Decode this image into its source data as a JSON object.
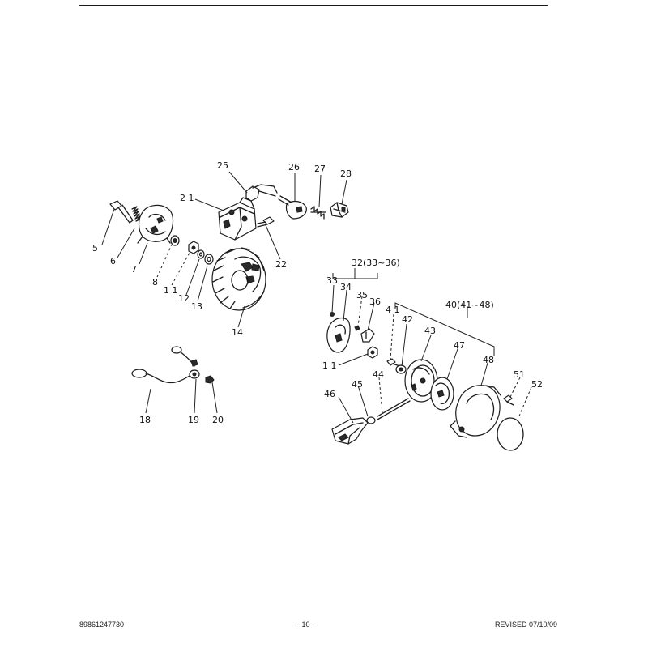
{
  "header": {
    "rule": true
  },
  "diagram": {
    "callouts": [
      {
        "id": "c25",
        "text": "25"
      },
      {
        "id": "c26",
        "text": "26"
      },
      {
        "id": "c27",
        "text": "27"
      },
      {
        "id": "c28",
        "text": "28"
      },
      {
        "id": "c21",
        "text": "2 1"
      },
      {
        "id": "c5",
        "text": "5"
      },
      {
        "id": "c6",
        "text": "6"
      },
      {
        "id": "c7",
        "text": "7"
      },
      {
        "id": "c8",
        "text": "8"
      },
      {
        "id": "c11a",
        "text": "1 1"
      },
      {
        "id": "c12",
        "text": "12"
      },
      {
        "id": "c13",
        "text": "13"
      },
      {
        "id": "c22",
        "text": "22"
      },
      {
        "id": "c14",
        "text": "14"
      },
      {
        "id": "c32",
        "text": "32(33~36)"
      },
      {
        "id": "c33",
        "text": "33"
      },
      {
        "id": "c34",
        "text": "34"
      },
      {
        "id": "c35",
        "text": "35"
      },
      {
        "id": "c36",
        "text": "36"
      },
      {
        "id": "c40",
        "text": "40(41~48)"
      },
      {
        "id": "c41",
        "text": "4 1"
      },
      {
        "id": "c42",
        "text": "42"
      },
      {
        "id": "c43",
        "text": "43"
      },
      {
        "id": "c47",
        "text": "47"
      },
      {
        "id": "c48",
        "text": "48"
      },
      {
        "id": "c11b",
        "text": "1 1"
      },
      {
        "id": "c45",
        "text": "45"
      },
      {
        "id": "c44",
        "text": "44"
      },
      {
        "id": "c46",
        "text": "46"
      },
      {
        "id": "c51",
        "text": "51"
      },
      {
        "id": "c52",
        "text": "52"
      },
      {
        "id": "c18",
        "text": "18"
      },
      {
        "id": "c19",
        "text": "19"
      },
      {
        "id": "c20",
        "text": "20"
      }
    ]
  },
  "footer": {
    "left": "89861247730",
    "center": "- 10 -",
    "right": "REVISED 07/10/09"
  }
}
